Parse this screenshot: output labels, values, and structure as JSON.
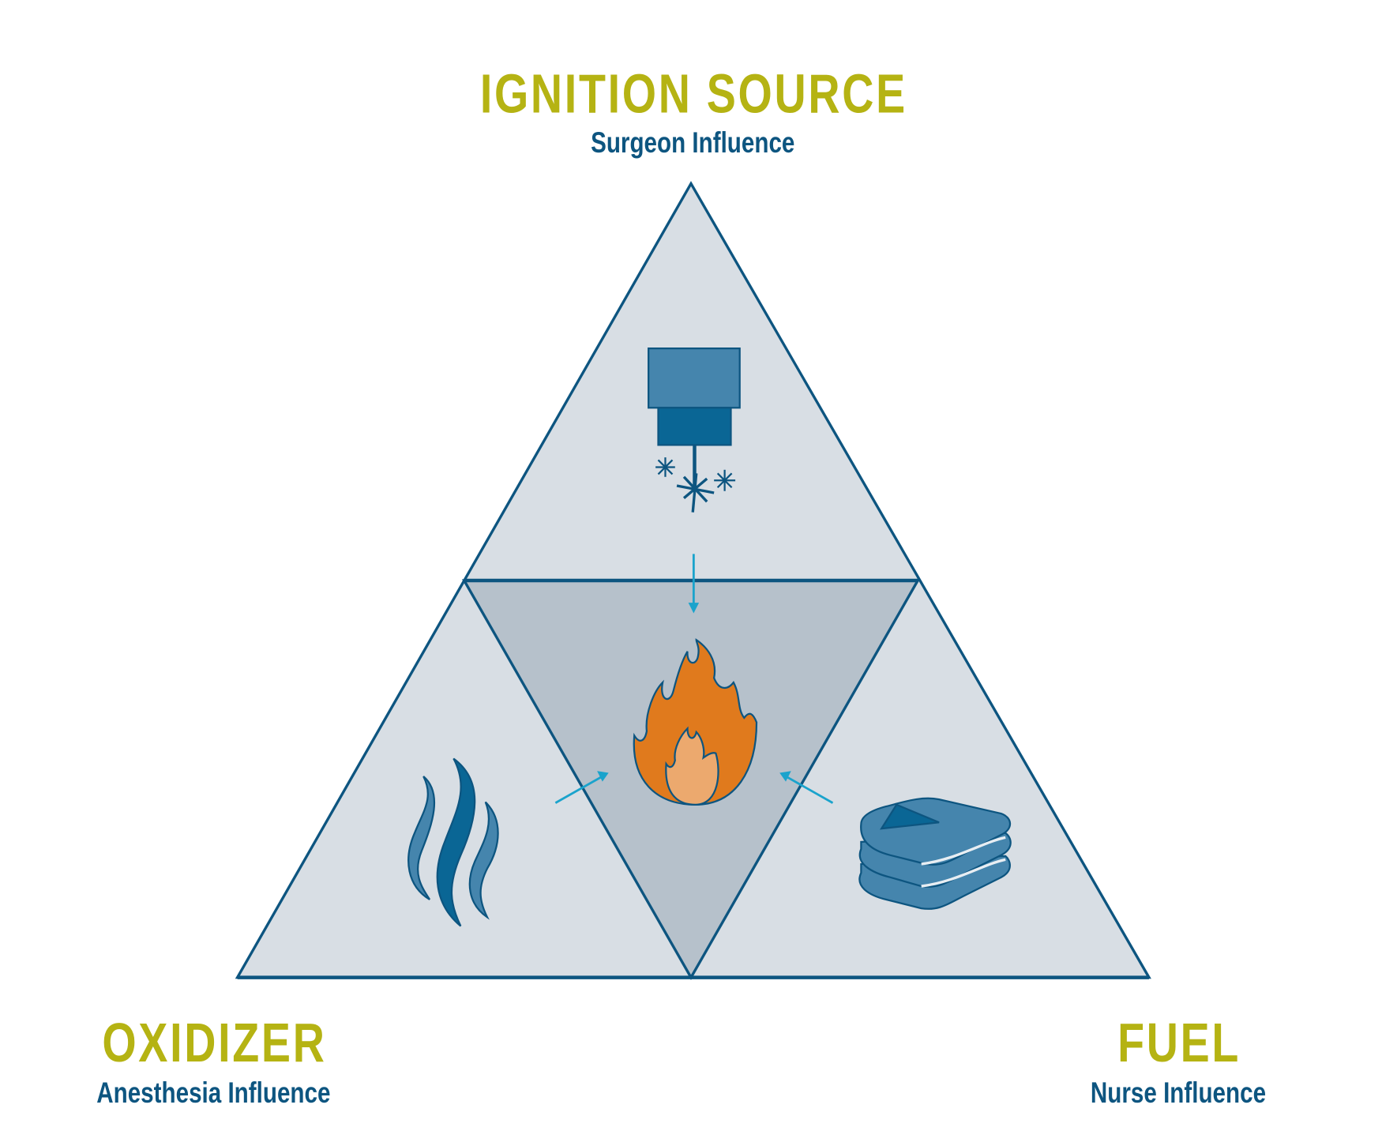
{
  "colors": {
    "heading": "#b5b313",
    "subheading": "#0d5580",
    "outline": "#0d5580",
    "outer_fill": "#d8dee4",
    "inner_fill": "#b6c1cb",
    "arrow": "#1aa3cc",
    "flame_outer": "#e07a1d",
    "flame_inner": "#eca96e",
    "icon_blue": "#4585ad",
    "icon_dark": "#0a6695"
  },
  "top": {
    "title": "IGNITION SOURCE",
    "subtitle": "Surgeon Influence",
    "icon": "laser-icon"
  },
  "left": {
    "title": "OXIDIZER",
    "subtitle": "Anesthesia Influence",
    "icon": "gas-waves-icon"
  },
  "right": {
    "title": "FUEL",
    "subtitle": "Nurse Influence",
    "icon": "folded-towels-icon"
  },
  "center": {
    "icon": "fire-icon"
  }
}
